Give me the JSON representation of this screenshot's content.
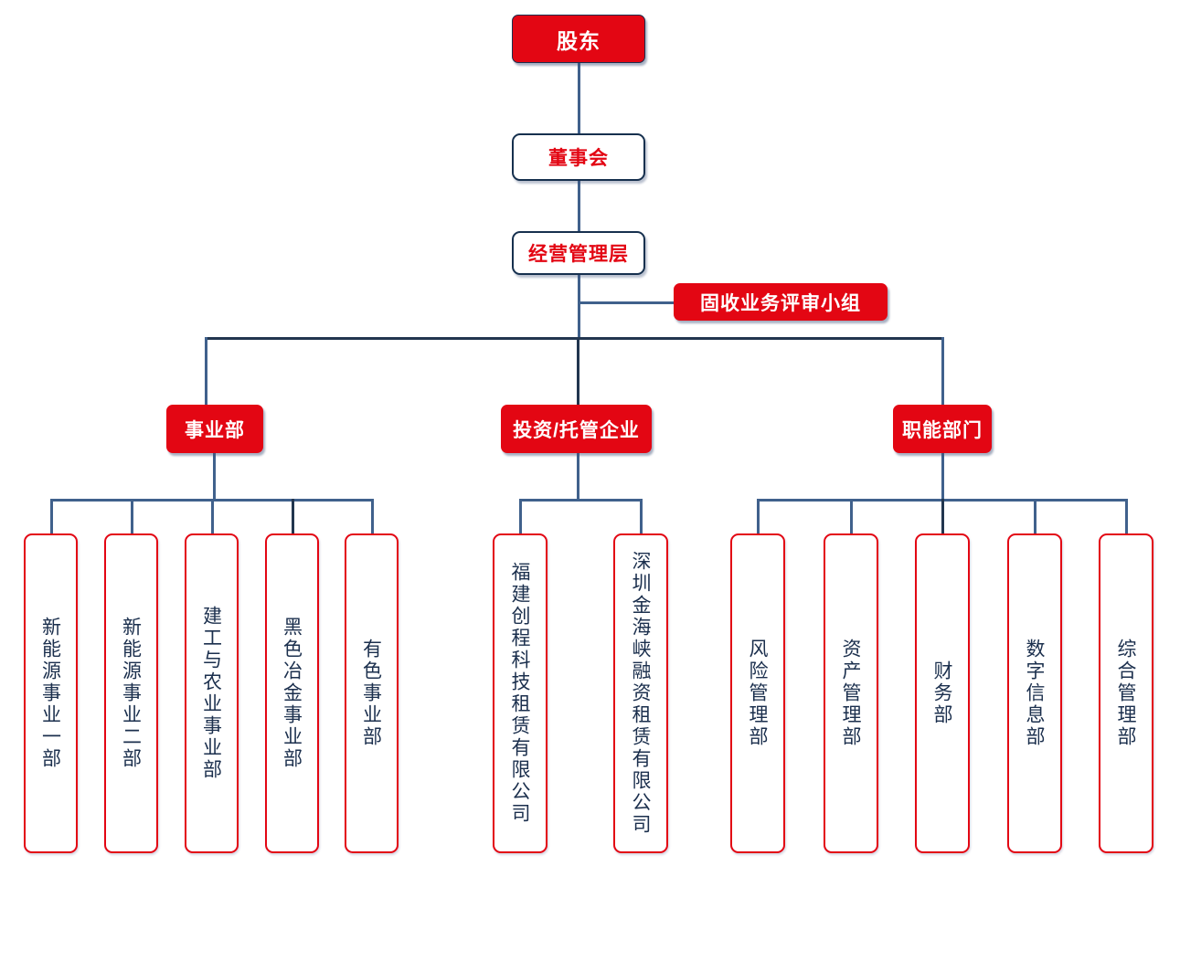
{
  "chart": {
    "type": "org-chart",
    "title": "",
    "colors": {
      "accent_red": "#e30613",
      "line_blue": "#40618c",
      "line_dark": "#22364f",
      "text_navy": "#1b2f4d",
      "box_white": "#ffffff"
    },
    "levels": [
      {
        "level": 1,
        "nodes": [
          "shareholder"
        ]
      },
      {
        "level": 2,
        "nodes": [
          "board"
        ]
      },
      {
        "level": 3,
        "nodes": [
          "management",
          "fixed_income_review"
        ]
      },
      {
        "level": 4,
        "nodes": [
          "business_divisions",
          "invest_trust_enterprises",
          "functional_departments"
        ]
      },
      {
        "level": 5,
        "nodes": [
          "division_children",
          "enterprise_children",
          "department_children"
        ]
      }
    ],
    "nodes": {
      "shareholder": {
        "label": "股东",
        "style": "filled-red"
      },
      "board": {
        "label": "董事会",
        "style": "white-navy-border-red-text"
      },
      "management": {
        "label": "经营管理层",
        "style": "white-navy-border-red-text"
      },
      "fixed_income_review": {
        "label": "固收业务评审小组",
        "style": "filled-red"
      },
      "business_divisions": {
        "label": "事业部",
        "style": "filled-red"
      },
      "invest_trust_enterprises": {
        "label": "投资/托管企业",
        "style": "filled-red"
      },
      "functional_departments": {
        "label": "职能部门",
        "style": "filled-red"
      }
    },
    "divisions": [
      {
        "label": "新能源事业一部"
      },
      {
        "label": "新能源事业二部"
      },
      {
        "label": "建工与农业事业部"
      },
      {
        "label": "黑色冶金事业部"
      },
      {
        "label": "有色事业部"
      }
    ],
    "enterprises": [
      {
        "label": "福建创程科技租赁有限公司"
      },
      {
        "label": "深圳金海峡融资租赁有限公司"
      }
    ],
    "departments": [
      {
        "label": "风险管理部"
      },
      {
        "label": "资产管理部"
      },
      {
        "label": "财务部"
      },
      {
        "label": "数字信息部"
      },
      {
        "label": "综合管理部"
      }
    ]
  }
}
